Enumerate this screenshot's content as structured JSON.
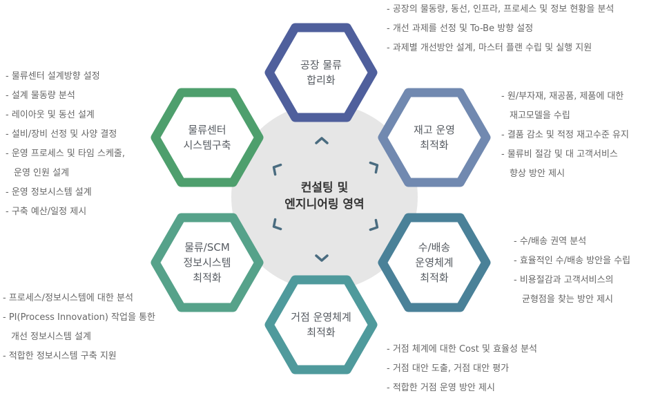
{
  "center": {
    "line1": "컨설팅 및",
    "line2": "엔지니어링 영역"
  },
  "hexagons": [
    {
      "id": "factory",
      "lines": [
        "공장 물류",
        "합리화"
      ],
      "color": "#4f5f9c"
    },
    {
      "id": "inventory",
      "lines": [
        "재고 운영",
        "최적화"
      ],
      "color": "#7189b0"
    },
    {
      "id": "delivery",
      "lines": [
        "수/배송",
        "운영체계",
        "최적화"
      ],
      "color": "#4a8198"
    },
    {
      "id": "hub",
      "lines": [
        "거점 운영체계",
        "최적화"
      ],
      "color": "#4f9a9c"
    },
    {
      "id": "scm",
      "lines": [
        "물류/SCM",
        "정보시스템",
        "최적화"
      ],
      "color": "#56a28a"
    },
    {
      "id": "center-build",
      "lines": [
        "물류센터",
        "시스템구축"
      ],
      "color": "#4e9f6d"
    }
  ],
  "lists": {
    "factory": [
      [
        "- 공장의 물동량, 동선, 인프라, 프로세스 및 정보 현황을 분석"
      ],
      [
        "- 개선 과제를 선정 및 To-Be 방향 설정"
      ],
      [
        "- 과제별 개선방안 설계, 마스터 플랜 수립 및 실행 지원"
      ]
    ],
    "inventory": [
      [
        "- 원/부자재, 재공품, 제품에 대한",
        "재고모델을 수립"
      ],
      [
        "- 결품 감소 및 적정 재고수준 유지"
      ],
      [
        "- 물류비 절감 및 대 고객서비스",
        "향상 방안 제시"
      ]
    ],
    "delivery": [
      [
        "- 수/배송 권역 분석"
      ],
      [
        "- 효율적인 수/배송 방안을 수립"
      ],
      [
        "- 비용절감과 고객서비스의",
        "균형점을 찾는 방안 제시"
      ]
    ],
    "hub": [
      [
        "- 거점 체계에 대한 Cost 및 효율성 분석"
      ],
      [
        "- 거점 대안 도출, 거점 대안 평가"
      ],
      [
        "- 적합한 거점 운영 방안 제시"
      ]
    ],
    "scm": [
      [
        "- 프로세스/정보시스템에 대한 분석"
      ],
      [
        "- PI(Process Innovation) 작업을 통한",
        "개선 정보시스템 설계"
      ],
      [
        "- 적합한 정보시스템 구축 지원"
      ]
    ],
    "center-build": [
      [
        "- 물류센터 설계방향 설정"
      ],
      [
        "- 설계 물동량 분석"
      ],
      [
        "- 레이아웃 및 동선 설계"
      ],
      [
        "- 설비/장비 선정 및 사양 결정"
      ],
      [
        "- 운영 프로세스 및 타임 스케줄,",
        "운영 인원 설계"
      ],
      [
        "- 운영 정보시스템 설계"
      ],
      [
        "- 구축 예산/일정 제시"
      ]
    ]
  }
}
